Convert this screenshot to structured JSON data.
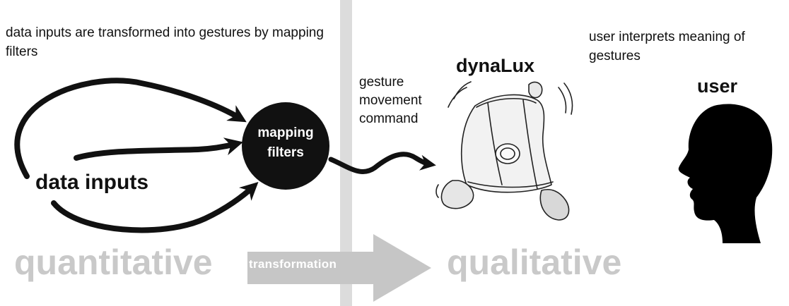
{
  "captions": {
    "top_left": "data inputs are transformed into gestures by mapping filters",
    "top_right": "user interprets meaning of gestures"
  },
  "labels": {
    "data_inputs": "data inputs",
    "mapping_filters_line1": "mapping",
    "mapping_filters_line2": "filters",
    "gesture_line1": "gesture",
    "gesture_line2": "movement",
    "gesture_line3": "command",
    "dynalux": "dynaLux",
    "user": "user"
  },
  "bottom": {
    "left_word": "quantitative",
    "arrow_label": "transformation",
    "right_word": "qualitative"
  },
  "colors": {
    "ink": "#111111",
    "faded": "#c9c9c9",
    "divider": "#dcdcdc"
  },
  "icons": [
    "lamp-sketch-icon",
    "user-head-silhouette-icon"
  ]
}
